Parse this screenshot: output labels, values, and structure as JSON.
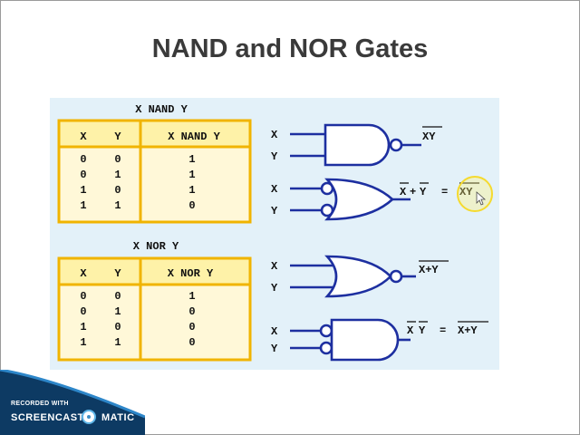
{
  "slide": {
    "title": "NAND and NOR Gates"
  },
  "nand_table": {
    "caption": "X NAND Y",
    "headers": [
      "X",
      "Y",
      "X NAND Y"
    ],
    "rows": [
      [
        "0",
        "0",
        "1"
      ],
      [
        "0",
        "1",
        "1"
      ],
      [
        "1",
        "0",
        "1"
      ],
      [
        "1",
        "1",
        "0"
      ]
    ]
  },
  "nor_table": {
    "caption": "X NOR Y",
    "headers": [
      "X",
      "Y",
      "X NOR Y"
    ],
    "rows": [
      [
        "0",
        "0",
        "1"
      ],
      [
        "0",
        "1",
        "0"
      ],
      [
        "1",
        "0",
        "0"
      ],
      [
        "1",
        "1",
        "0"
      ]
    ]
  },
  "gates": {
    "nand": {
      "in1": "X",
      "in2": "Y",
      "out": "XY"
    },
    "or_inv": {
      "in1": "X",
      "in2": "Y",
      "lhs_a": "X",
      "lhs_plus": "+",
      "lhs_b": "Y",
      "equals": "=",
      "rhs": "XY"
    },
    "nor": {
      "in1": "X",
      "in2": "Y",
      "out": "X+Y"
    },
    "and_inv": {
      "in1": "X",
      "in2": "Y",
      "lhs_a": "X",
      "lhs_b": "Y",
      "equals": "=",
      "rhs": "X+Y"
    }
  },
  "badge": {
    "recorded": "RECORDED WITH",
    "brand_left": "SCREENCAST",
    "brand_right": "MATIC"
  },
  "colors": {
    "gate_stroke": "#1d2fa0",
    "table_border": "#f0b400",
    "figure_bg": "#e3f1f9",
    "badge_bg": "#0d3a63"
  }
}
